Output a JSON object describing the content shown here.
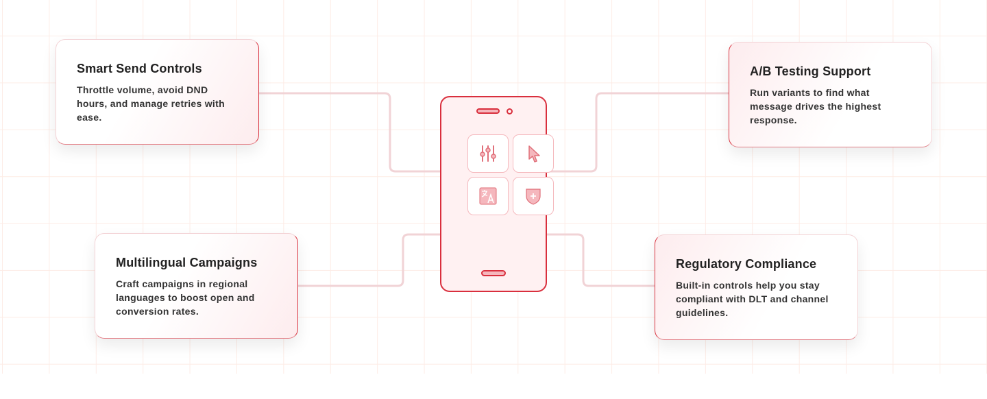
{
  "colors": {
    "accent": "#d92f3d",
    "grid": "#fdece6",
    "connector": "#f1d3d6"
  },
  "phone": {
    "tiles": [
      {
        "icon": "sliders-icon"
      },
      {
        "icon": "cursor-icon"
      },
      {
        "icon": "translate-icon"
      },
      {
        "icon": "shield-plus-icon"
      }
    ]
  },
  "features": [
    {
      "title": "Smart Send Controls",
      "lines": [
        "Throttle volume, avoid DND",
        "hours, and manage retries with",
        "ease."
      ]
    },
    {
      "title": "A/B Testing Support",
      "lines": [
        "Run variants to find what",
        "message drives the highest",
        "response."
      ]
    },
    {
      "title": "Multilingual Campaigns",
      "lines": [
        "Craft campaigns in regional",
        "languages to boost open and",
        "conversion rates."
      ]
    },
    {
      "title": "Regulatory Compliance",
      "lines": [
        "Built-in controls help you stay",
        "compliant with DLT and channel",
        "guidelines."
      ]
    }
  ]
}
